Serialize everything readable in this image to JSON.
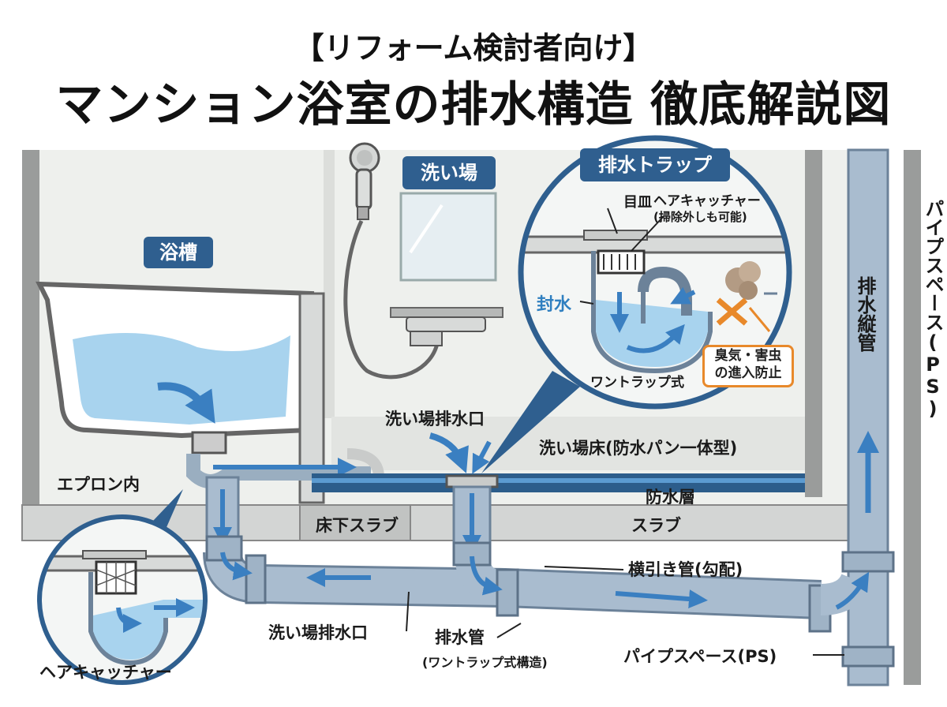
{
  "header": {
    "subtitle": "【リフォーム検討者向け】",
    "title": "マンション浴室の排水構造 徹底解説図"
  },
  "labels": {
    "bathtub": "浴槽",
    "washing_area": "洗い場",
    "drain_trap": "排水トラップ",
    "apron_inside": "エプロン内",
    "washing_drain_top": "洗い場排水口",
    "washing_floor": "洗い場床(防水パン一体型)",
    "waterproof_layer": "防水層",
    "underfloor_slab": "床下スラブ",
    "slab": "スラブ",
    "horizontal_pipe": "横引き管(勾配)",
    "washing_drain_bottom": "洗い場排水口",
    "drain_pipe": "排水管",
    "drain_pipe_note": "(ワントラップ式構造)",
    "pipe_space_bottom": "パイプスペース(PS)",
    "hair_catcher_bottom": "ヘアキャッチャー",
    "vertical_pipe": "排水縦管",
    "pipe_space_vertical": "パイプスペース(PS)"
  },
  "trap_detail": {
    "cover": "目皿",
    "hair_catcher": "ヘアキャッチャー",
    "hair_catcher_note": "(掃除外しも可能)",
    "seal_water": "封水",
    "type": "ワントラップ式",
    "prevention_line1": "臭気・害虫",
    "prevention_line2": "の進入防止"
  },
  "colors": {
    "pipe": "#a9bccf",
    "water": "#a8d3ee",
    "arrow": "#3a7fc1",
    "navy": "#2f5f8f",
    "warning": "#e8892b"
  }
}
